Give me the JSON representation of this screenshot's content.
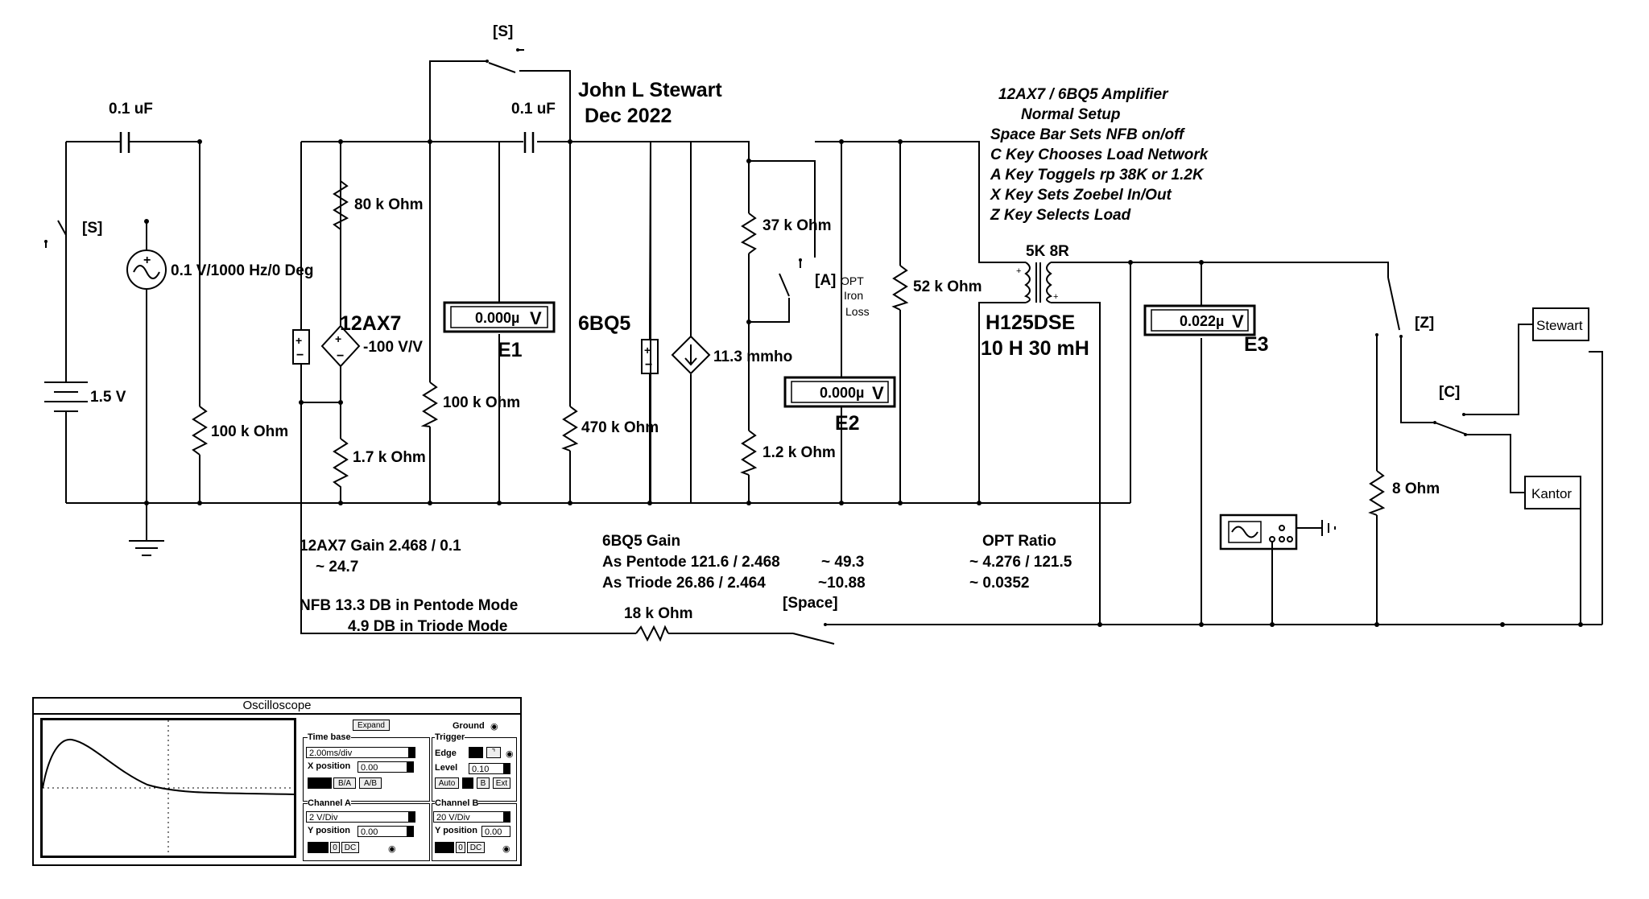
{
  "author": {
    "name": "John L Stewart",
    "date": "Dec 2022"
  },
  "notes": {
    "title": "12AX7 / 6BQ5 Amplifier",
    "subtitle": "Normal Setup",
    "lines": [
      "Space Bar Sets NFB on/off",
      "C Key Chooses Load Network",
      "A Key Toggels rp 38K or 1.2K",
      "X Key Sets Zoebel In/Out",
      "Z Key Selects Load"
    ]
  },
  "components": {
    "cap1": "0.1 uF",
    "cap2": "0.1 uF",
    "switch_s_top": "[S]",
    "switch_s_left": "[S]",
    "source": "0.1 V/1000 Hz/0 Deg",
    "battery": "1.5 V",
    "r_100k_in": "100 k Ohm",
    "tube1": "12AX7",
    "tube1_gain": "-100 V/V",
    "r_80k": "80 k Ohm",
    "r_1k7": "1.7 k Ohm",
    "r_100k_plate": "100 k Ohm",
    "meter_e1_value": "0.000µ",
    "meter_e1_unit": "V",
    "meter_e1_label": "E1",
    "tube2": "6BQ5",
    "r_470k": "470 k Ohm",
    "tube2_gm": "11.3 mmho",
    "r_37k": "37 k Ohm",
    "r_1k2": "1.2 k Ohm",
    "switch_a": "[A]",
    "opt_loss": [
      "OPT",
      "Iron",
      "Loss"
    ],
    "meter_e2_value": "0.000µ",
    "meter_e2_unit": "V",
    "meter_e2_label": "E2",
    "r_52k": "52 k Ohm",
    "transformer_ratio": "5K 8R",
    "transformer_model": "H125DSE",
    "transformer_spec": "10 H 30 mH",
    "meter_e3_value": "0.022µ",
    "meter_e3_unit": "V",
    "meter_e3_label": "E3",
    "switch_z": "[Z]",
    "switch_c": "[C]",
    "load_stewart": "Stewart",
    "load_kantor": "Kantor",
    "r_8": "8  Ohm",
    "r_18k": "18 k Ohm",
    "switch_space": "[Space]"
  },
  "gain_notes": {
    "g1_line1": "12AX7 Gain 2.468 / 0.1",
    "g1_line2": "~ 24.7",
    "nfb_line1": "NFB  13.3 DB in Pentode Mode",
    "nfb_line2": "4.9 DB in Triode Mode",
    "g2_title": "6BQ5 Gain",
    "g2_pentode": "As Pentode 121.6 / 2.468",
    "g2_pentode_val": "~ 49.3",
    "g2_triode": "As Triode    26.86 / 2.464",
    "g2_triode_val": "~10.88",
    "opt_title": "OPT Ratio",
    "opt_line1": "~ 4.276 / 121.5",
    "opt_line2": "~ 0.0352"
  },
  "oscilloscope": {
    "title": "Oscilloscope",
    "expand": "Expand",
    "ground": "Ground",
    "time_base": "Time base",
    "time_base_value": "2.00ms/div",
    "x_position": "X position",
    "x_position_value": "0.00",
    "ba": "B/A",
    "ab": "A/B",
    "trigger": "Trigger",
    "edge": "Edge",
    "level": "Level",
    "level_value": "0.10",
    "auto": "Auto",
    "b": "B",
    "ext": "Ext",
    "channel_a": "Channel A",
    "channel_a_value": "2  V/Div",
    "channel_b": "Channel B",
    "channel_b_value": "20  V/Div",
    "y_position": "Y position",
    "y_position_a_value": "0.00",
    "y_position_b_value": "0.00",
    "zero": "0",
    "dc": "DC"
  }
}
